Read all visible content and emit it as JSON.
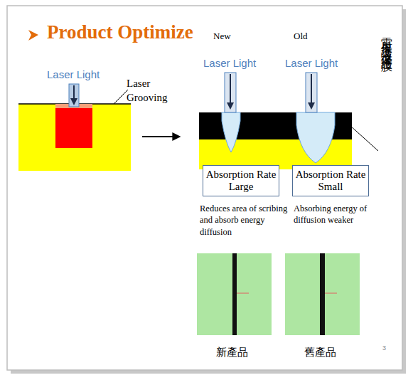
{
  "diagram": {
    "title": "Product Optimize",
    "nodes": [
      {
        "text": [
          "Absorption Rate Large"
        ]
      },
      {
        "text": [
          "Absorption Rate Small"
        ]
      }
    ],
    "labels": [
      "New",
      "Old",
      "Laser Light",
      "Laser Grooving",
      "Laser Light",
      "Laser Light",
      "雷射保護液之保護膜",
      "Reduces area of scribing and absorb energy diffusion",
      "Absorbing energy of diffusion weaker",
      "新產品",
      "舊產品",
      "3"
    ]
  }
}
